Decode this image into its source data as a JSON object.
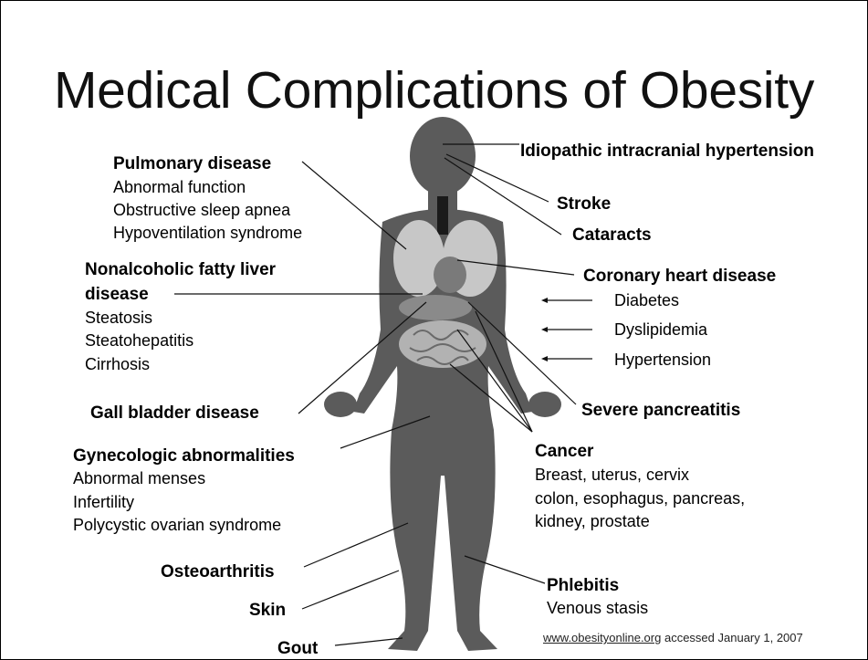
{
  "title": "Medical Complications of Obesity",
  "colors": {
    "body": "#5b5b5b",
    "organs": "#c7c7c7",
    "heart": "#7a7a7a",
    "lines": "#111111"
  },
  "left": {
    "pulmonary": {
      "heading": "Pulmonary disease",
      "items": [
        "Abnormal function",
        "Obstructive sleep apnea",
        "Hypoventilation syndrome"
      ]
    },
    "liver": {
      "heading_line1": "Nonalcoholic fatty liver",
      "heading_line2": "disease",
      "items": [
        "Steatosis",
        "Steatohepatitis",
        "Cirrhosis"
      ]
    },
    "gallbladder": "Gall bladder disease",
    "gynecologic": {
      "heading": "Gynecologic abnormalities",
      "items": [
        "Abnormal menses",
        "Infertility",
        "Polycystic ovarian syndrome"
      ]
    },
    "osteoarthritis": "Osteoarthritis",
    "skin": "Skin",
    "gout": "Gout"
  },
  "right": {
    "iih": "Idiopathic intracranial hypertension",
    "stroke": "Stroke",
    "cataracts": "Cataracts",
    "coronary": "Coronary heart disease",
    "risk_factors": [
      "Diabetes",
      "Dyslipidemia",
      "Hypertension"
    ],
    "pancreatitis": "Severe pancreatitis",
    "cancer": {
      "heading": "Cancer",
      "items": [
        "Breast, uterus, cervix",
        "colon, esophagus, pancreas,",
        "kidney, prostate"
      ]
    },
    "phlebitis": {
      "heading": "Phlebitis",
      "items": [
        "Venous stasis"
      ]
    }
  },
  "source": {
    "link": "www.obesityonline.org",
    "text": " accessed January 1, 2007"
  }
}
